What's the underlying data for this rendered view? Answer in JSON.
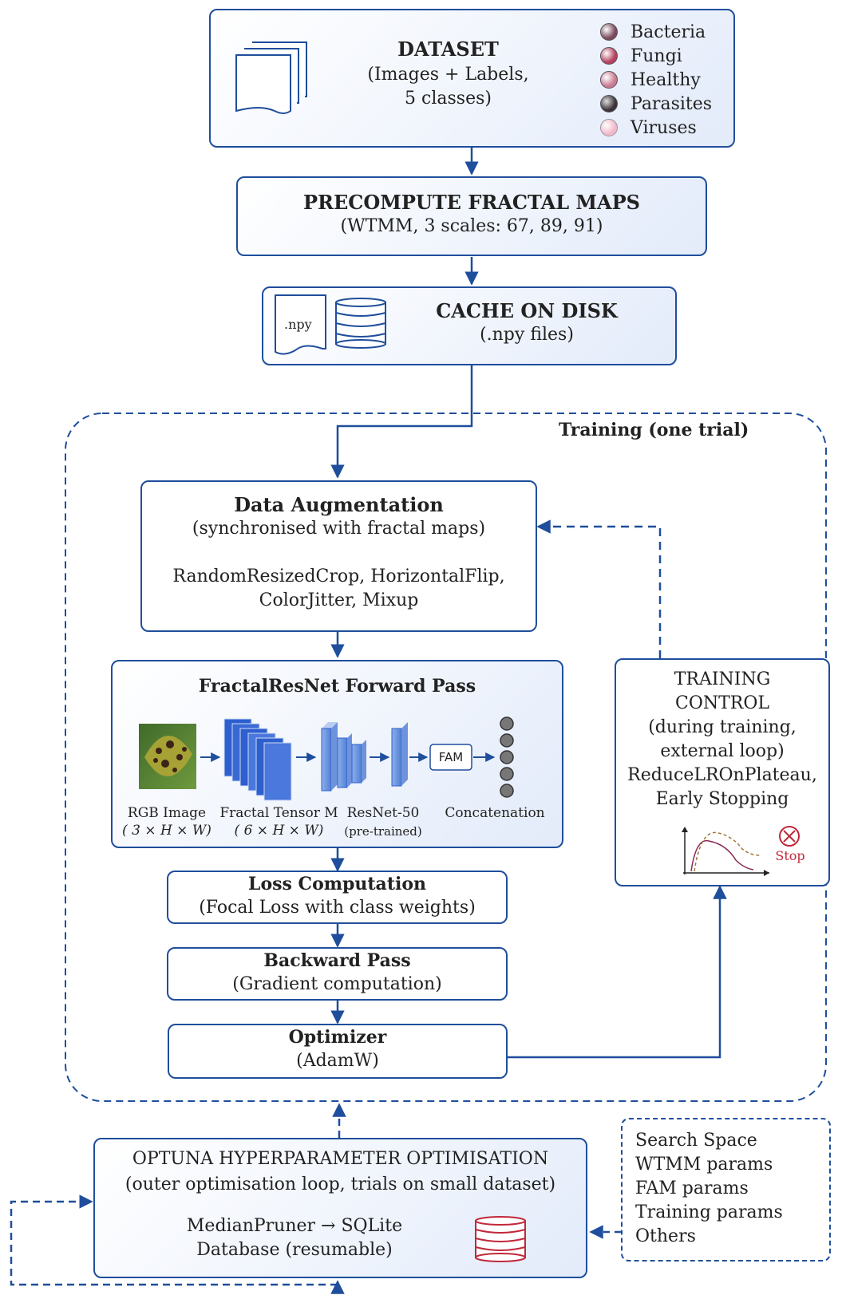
{
  "dataset": {
    "title": "DATASET",
    "line1": "(Images + Labels,",
    "line2": "5 classes)",
    "classes": [
      {
        "name": "Bacteria",
        "color": "#7a4a5e"
      },
      {
        "name": "Fungi",
        "color": "#b5405f"
      },
      {
        "name": "Healthy",
        "color": "#c97a92"
      },
      {
        "name": "Parasites",
        "color": "#3b3339"
      },
      {
        "name": "Viruses",
        "color": "#f1b8cc"
      }
    ]
  },
  "precompute": {
    "title": "PRECOMPUTE FRACTAL MAPS",
    "subtitle": "(WTMM, 3 scales: 67, 89, 91)"
  },
  "cache": {
    "title": "CACHE ON DISK",
    "subtitle": "(.npy files)",
    "file_label": ".npy"
  },
  "training": {
    "label": "Training (one trial)",
    "augmentation": {
      "title": "Data Augmentation",
      "subtitle": "(synchronised with fractal maps)",
      "ops1": "RandomResizedCrop, HorizontalFlip,",
      "ops2": "ColorJitter, Mixup"
    },
    "forward": {
      "title": "FractalResNet Forward Pass",
      "fam": "FAM",
      "rgb_label": "RGB Image",
      "rgb_dims": "( 3 × H × W)",
      "fractal_label": "Fractal Tensor M",
      "fractal_dims": "( 6 × H × W)",
      "resnet_label": "ResNet-50",
      "resnet_sub": "(pre-trained)",
      "concat_label": "Concatenation"
    },
    "loss": {
      "title": "Loss Computation",
      "subtitle": "(Focal Loss with class weights)"
    },
    "backward": {
      "title": "Backward Pass",
      "subtitle": "(Gradient computation)"
    },
    "optimizer": {
      "title": "Optimizer",
      "subtitle": "(AdamW)"
    },
    "control": {
      "lines": [
        "TRAINING",
        "CONTROL",
        "(during training,",
        "external loop)",
        "ReduceLROnPlateau,",
        "Early Stopping"
      ],
      "stop": "Stop",
      "stop_color": "#c0283a"
    }
  },
  "optuna": {
    "title": "OPTUNA HYPERPARAMETER OPTIMISATION",
    "subtitle": "(outer optimisation loop, trials on small dataset)",
    "line1": "MedianPruner → SQLite",
    "line2": "Database (resumable)",
    "db_color": "#c0283a"
  },
  "search_space": {
    "items": [
      "Search Space",
      "WTMM params",
      "FAM params",
      "Training params",
      "Others"
    ]
  },
  "colors": {
    "accent": "#1f4e9c",
    "box_fill": "#e9f0fb"
  }
}
